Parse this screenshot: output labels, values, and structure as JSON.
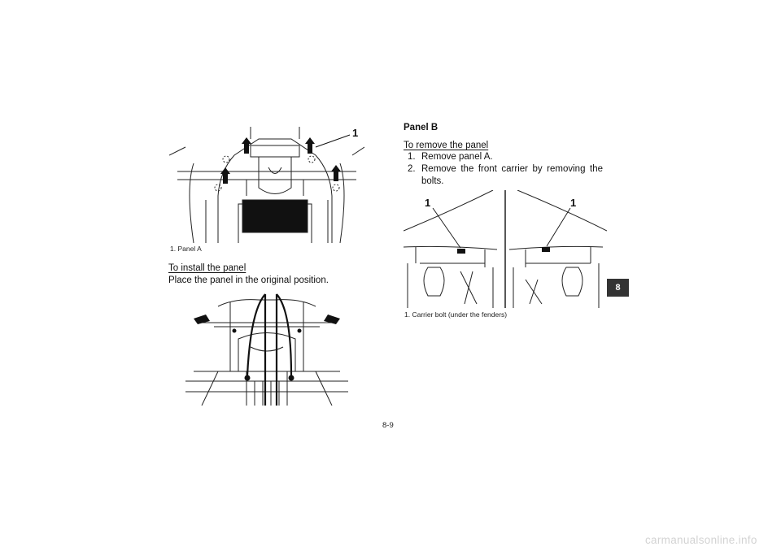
{
  "left": {
    "figure1": {
      "callout": "1",
      "caption": "1. Panel A"
    },
    "install_heading": "To install the panel",
    "install_text": "Place the panel in the original position."
  },
  "right": {
    "section_title": "Panel B",
    "remove_heading": "To remove the panel",
    "steps": [
      {
        "num": "1.",
        "text": "Remove panel A."
      },
      {
        "num": "2.",
        "text": "Remove the front carrier by removing the bolts."
      }
    ],
    "figure3": {
      "callout_left": "1",
      "callout_right": "1",
      "caption": "1. Carrier bolt (under the fenders)"
    }
  },
  "chapter_tab": "8",
  "page_number": "8-9",
  "watermark": "carmanualsonline.info"
}
